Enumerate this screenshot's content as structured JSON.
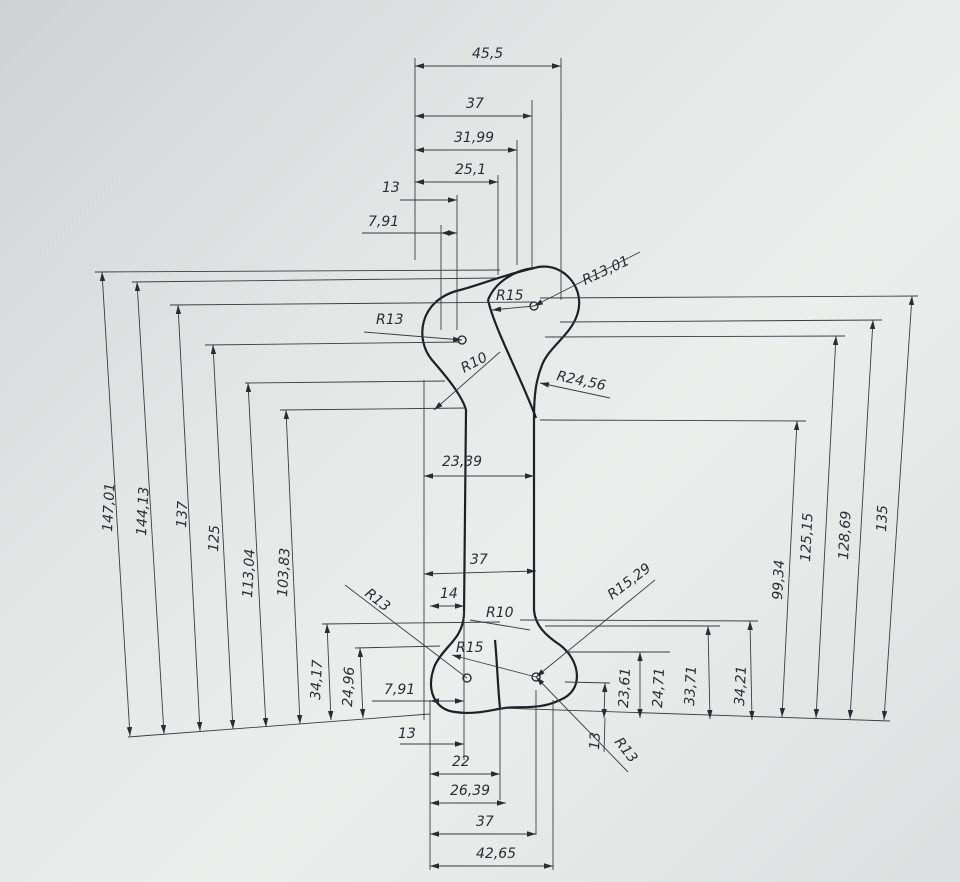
{
  "drawing": {
    "top_widths": [
      "45,5",
      "37",
      "31,99",
      "25,1",
      "13",
      "7,91"
    ],
    "mid_widths": [
      "23,39",
      "37",
      "14"
    ],
    "bottom_widths": [
      "7,91",
      "13",
      "22",
      "26,39",
      "37",
      "42,65"
    ],
    "left_heights": [
      "147,01",
      "144,13",
      "137",
      "125",
      "113,04",
      "103,83",
      "34,17",
      "24,96"
    ],
    "right_heights": [
      "99,34",
      "125,15",
      "128,69",
      "135",
      "23,61",
      "24,71",
      "33,71",
      "34,21",
      "13"
    ],
    "radii": [
      "R13,01",
      "R15",
      "R13",
      "R10",
      "R24,56",
      "R13",
      "R10",
      "R15",
      "R15,29",
      "R13"
    ]
  }
}
